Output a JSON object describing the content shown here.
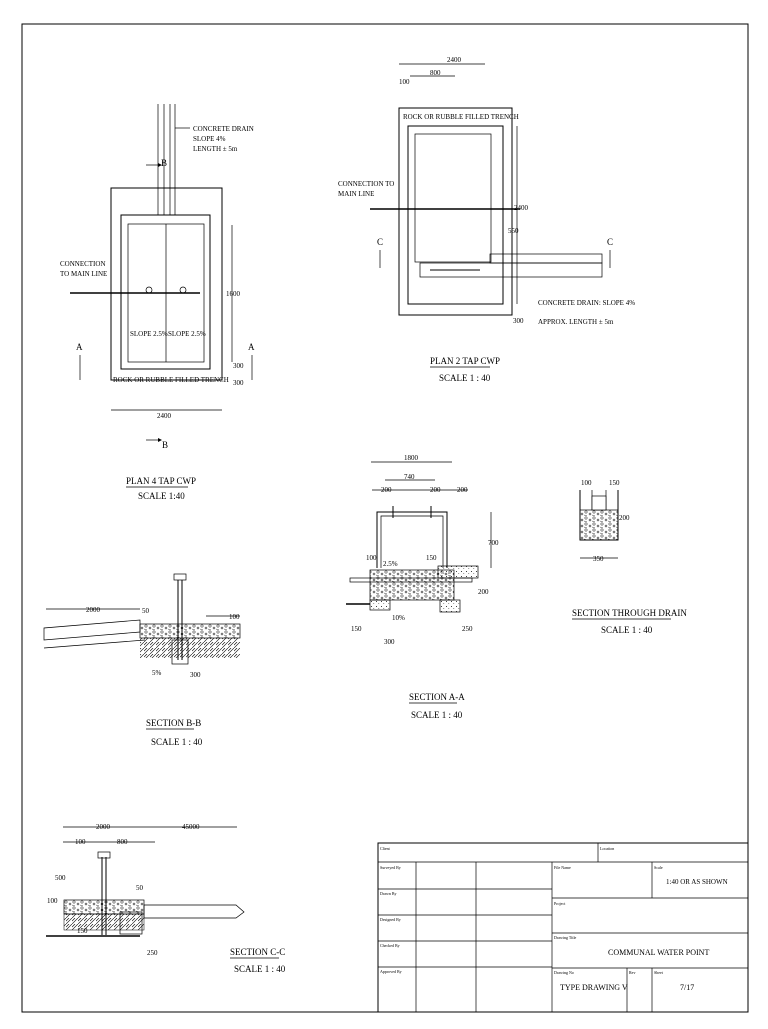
{
  "plan4": {
    "concrete_drain": [
      "CONCRETE DRAIN",
      "SLOPE 4%",
      "LENGTH ± 5m"
    ],
    "connection": [
      "CONNECTION",
      "TO MAIN LINE"
    ],
    "slope_left": "SLOPE 2.5%",
    "slope_right": "SLOPE 2.5%",
    "trench": "ROCK OR RUBBLE FILLED TRENCH",
    "dim_width": "2400",
    "dim_height": "1600",
    "dim_300a": "300",
    "dim_300b": "300",
    "mark_a": "A",
    "mark_b": "B",
    "title": "PLAN 4 TAP CWP",
    "scale": "SCALE 1:40"
  },
  "plan2": {
    "dim_top": "2400",
    "dim_100": "100",
    "dim_800": "800",
    "trench": "ROCK OR RUBBLE FILLED TRENCH",
    "connection": [
      "CONNECTION TO",
      "MAIN LINE"
    ],
    "dim_2400v": "2400",
    "dim_550": "550",
    "dim_300": "300",
    "mark_c": "C",
    "drain": [
      "CONCRETE DRAIN: SLOPE 4%",
      "APPROX. LENGTH ± 5m"
    ],
    "title": "PLAN 2 TAP CWP",
    "scale": "SCALE 1 : 40"
  },
  "section_aa": {
    "dim_1800": "1800",
    "dim_740": "740",
    "dim_200a": "200",
    "dim_200b": "200",
    "dim_200c": "200",
    "dim_700": "700",
    "dim_100": "100",
    "dim_25": "2.5%",
    "dim_150a": "150",
    "dim_200d": "200",
    "dim_150b": "150",
    "dim_10": "10%",
    "dim_300": "300",
    "dim_250": "250",
    "title": "SECTION A-A",
    "scale": "SCALE 1 : 40"
  },
  "section_drain": {
    "dim_100": "100",
    "dim_150": "150",
    "dim_200": "200",
    "dim_350": "350",
    "title": "SECTION THROUGH DRAIN",
    "scale": "SCALE 1 : 40"
  },
  "section_bb": {
    "dim_2000": "2000",
    "dim_50": "50",
    "dim_100": "100",
    "dim_5": "5%",
    "dim_300": "300",
    "title": "SECTION B-B",
    "scale": "SCALE 1 : 40"
  },
  "section_cc": {
    "dim_2000": "2000",
    "dim_45000": "45000",
    "dim_100a": "100",
    "dim_800": "800",
    "dim_500": "500",
    "dim_100b": "100",
    "dim_50": "50",
    "dim_150": "150",
    "dim_250": "250",
    "title": "SECTION C-C",
    "scale": "SCALE 1 : 40"
  },
  "title_block": {
    "client": "Client",
    "location": "Location",
    "surveyed_by": "Surveyed By",
    "drawn_by": "Drawn By",
    "designed_by": "Designed By",
    "checked_by": "Checked By",
    "approved_by": "Approved By",
    "file_name": "File Name",
    "scale_label": "Scale",
    "scale_value": "1:40 OR AS SHOWN",
    "project": "Project",
    "drawing_title_label": "Drawing Title",
    "drawing_title": "COMMUNAL WATER POINT",
    "drawing_no_label": "Drawing No",
    "drawing_no": "TYPE DRAWING V",
    "rev": "Rev",
    "sheet_label": "Sheet",
    "sheet": "7/17"
  }
}
